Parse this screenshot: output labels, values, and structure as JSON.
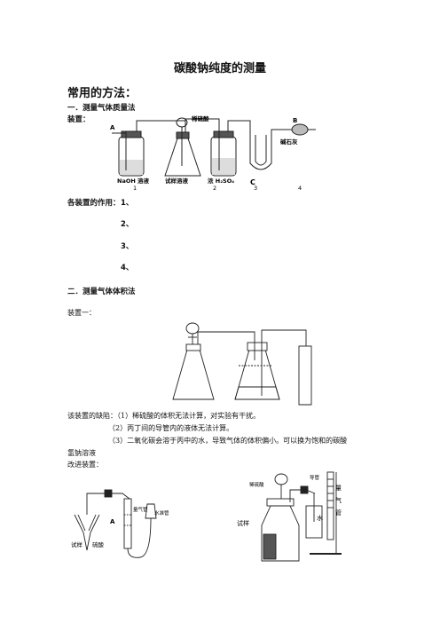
{
  "title": "碳酸钠纯度的测量",
  "common_methods": "常用的方法：",
  "section1": {
    "heading": "一．测量气体质量法",
    "device_label": "装置：",
    "apparatus_labels": {
      "A": "A",
      "B": "B",
      "C": "C",
      "dilute_acid": "稀硫酸",
      "soda_lime": "碱石灰",
      "naoh": "NaOH 溶液",
      "sample": "试样溶液",
      "h2so4": "浓 H₂SO₄",
      "n1": "1",
      "n2": "2",
      "n3": "3",
      "n4": "4"
    },
    "roles_label": "各装置的作用：",
    "roles": [
      "1、",
      "2、",
      "3、",
      "4、"
    ]
  },
  "section2": {
    "heading": "二．测量气体体积法",
    "device1_label": "装置一：",
    "defects": [
      "该装置的缺陷：（1）稀硫酸的体积无法计算，对实验有干扰。",
      "（2）丙丁间的导管内的液体无法计算。",
      "（3）二氧化碳会溶于丙中的水，导致气体的体积偏小。可以换为饱和的碳酸",
      "氢钠溶液"
    ],
    "improved_label": "改进装置：",
    "left_labels": {
      "sample": "试样",
      "acid": "硫酸",
      "A": "A",
      "tube": "量气管",
      "funnel": "水准管"
    },
    "right_labels": {
      "acid": "稀硫酸",
      "tube_text": "导管",
      "gauge": [
        "量",
        "气",
        "管"
      ],
      "water": "水",
      "sample": "试样"
    }
  }
}
